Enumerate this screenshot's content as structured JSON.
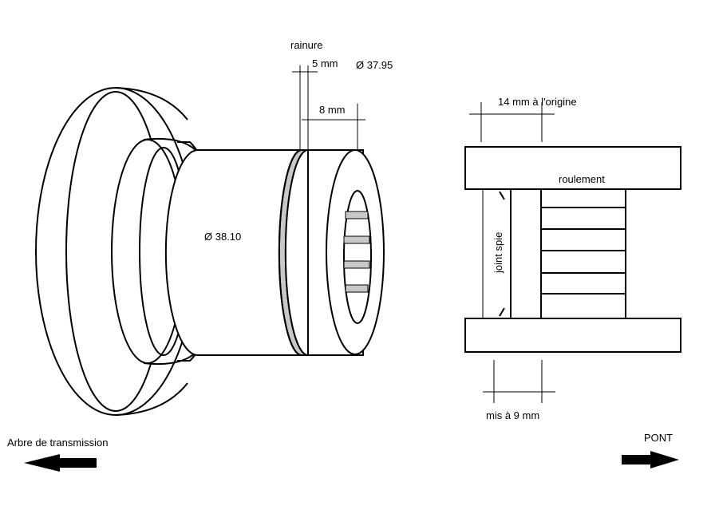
{
  "labels": {
    "rainure": "rainure",
    "width_5mm": "5 mm",
    "diameter_37_95": "Ø 37.95",
    "width_8mm": "8 mm",
    "diameter_38_10": "Ø 38.10",
    "origin_14mm": "14 mm à l'origine",
    "roulement": "roulement",
    "joint_spie": "joint spie",
    "mis_9mm": "mis à 9 mm",
    "arbre": "Arbre de transmission",
    "pont": "PONT"
  },
  "colors": {
    "line": "#000000",
    "groove": "#c8c8c8",
    "background": "#ffffff"
  }
}
